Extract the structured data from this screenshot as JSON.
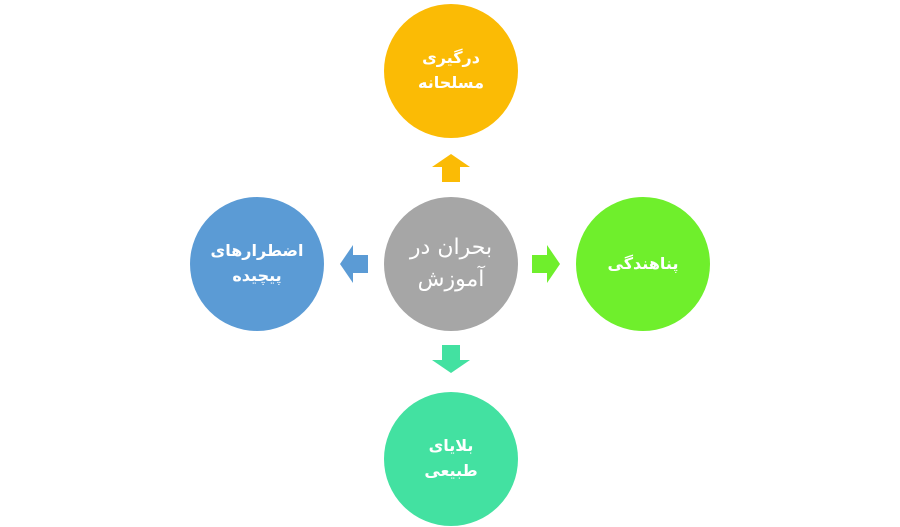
{
  "center": {
    "line1": "بحران در",
    "line2": "آموزش",
    "color": "#a6a6a6"
  },
  "top": {
    "line1": "درگیری",
    "line2": "مسلحانه",
    "color": "#fbbb05"
  },
  "bottom": {
    "line1": "بلایای",
    "line2": "طبیعی",
    "color": "#43e1a1"
  },
  "left": {
    "line1": "اضطرارهای",
    "line2": "پیچیده",
    "color": "#5b9bd5"
  },
  "right": {
    "line1": "پناهندگی",
    "color": "#6fef2c"
  }
}
